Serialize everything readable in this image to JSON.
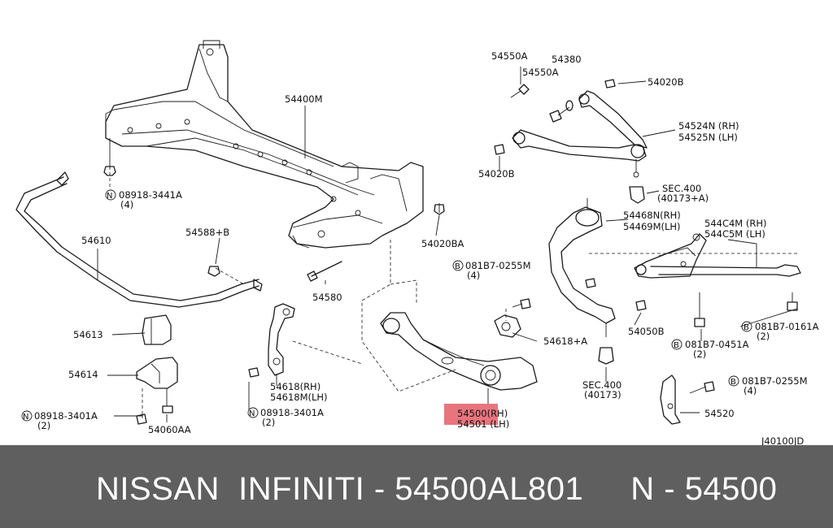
{
  "colors": {
    "banner_bg": "#5f5f5f",
    "banner_text": "#ffffff",
    "highlight": "#e8757e",
    "line": "#1a1a1a"
  },
  "diagram": {
    "labels": {
      "l_54550A_a": "54550A",
      "l_54380": "54380",
      "l_54550A_b": "54550A",
      "l_54020B_a": "54020B",
      "l_54524N": "54524N (RH)",
      "l_54525N": "54525N (LH)",
      "l_54020B_b": "54020B",
      "l_sec400a": "SEC.400",
      "l_40173A": "(40173+A)",
      "l_54400M": "54400M",
      "l_n08918_3441A": "08918-3441A",
      "l_q4a": "(4)",
      "l_54610": "54610",
      "l_54588B": "54588+B",
      "l_54020BA": "54020BA",
      "l_54580": "54580",
      "l_b081B7_0255M_a": "081B7-0255M",
      "l_q4b": "(4)",
      "l_54468N": "54468N(RH)",
      "l_54469M": "54469M(LH)",
      "l_544C4M": "544C4M (RH)",
      "l_544C5M": "544C5M (LH)",
      "l_54613": "54613",
      "l_54618A": "54618+A",
      "l_54050B": "54050B",
      "l_b081B7_0161A": "081B7-0161A",
      "l_q2a": "(2)",
      "l_b081B7_0451A": "081B7-0451A",
      "l_q2b": "(2)",
      "l_54614": "54614",
      "l_54618RH": "54618(RH)",
      "l_54618MLH": "54618M(LH)",
      "l_sec400b": "SEC.400",
      "l_40173": "(40173)",
      "l_b081B7_0255M_b": "081B7-0255M",
      "l_q4c": "(4)",
      "l_n08918_3401A_a": "08918-3401A",
      "l_q2c": "(2)",
      "l_n08918_3401A_b": "08918-3401A",
      "l_q2d": "(2)",
      "l_54500": "54500(RH)",
      "l_54501": "54501 (LH)",
      "l_54520": "54520",
      "l_54060AA": "54060AA",
      "l_code": "J40100JD"
    },
    "symbols": {
      "n": "N",
      "b": "B"
    }
  },
  "footer": {
    "banner_text": "NISSAN  INFINITI - 54500AL801     N - 54500"
  }
}
